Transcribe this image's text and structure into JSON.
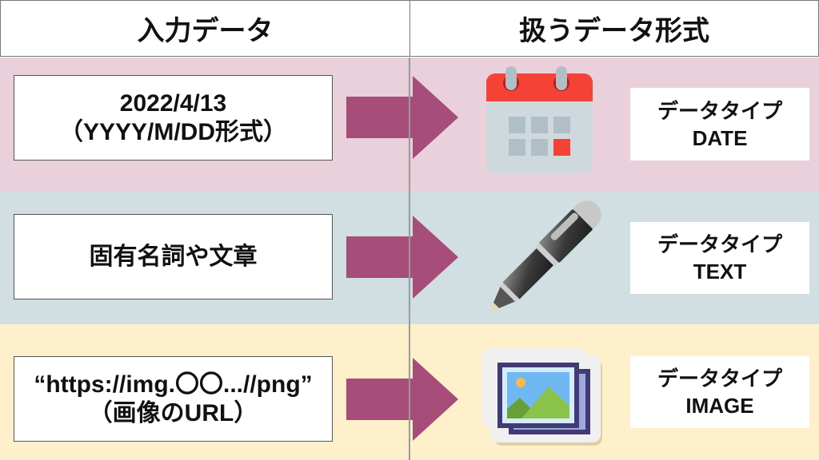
{
  "header": {
    "input_column": "入力データ",
    "format_column": "扱うデータ形式"
  },
  "rows": [
    {
      "input_line1": "2022/4/13",
      "input_line2": "（YYYY/M/DD形式）",
      "icon": "calendar-icon",
      "type_label": "データタイプ",
      "type_value": "DATE",
      "background": "#ead0da"
    },
    {
      "input_line1": "固有名詞や文章",
      "input_line2": "",
      "icon": "pen-icon",
      "type_label": "データタイプ",
      "type_value": "TEXT",
      "background": "#d1dfe3"
    },
    {
      "input_line1": "“https://img.〇〇...//png”",
      "input_line2": "（画像のURL）",
      "icon": "image-icon",
      "type_label": "データタイプ",
      "type_value": "IMAGE",
      "background": "#fff0cc"
    }
  ],
  "colors": {
    "arrow": "#a64d79",
    "calendar_red": "#f44336",
    "calendar_body": "#cfd8dc"
  }
}
